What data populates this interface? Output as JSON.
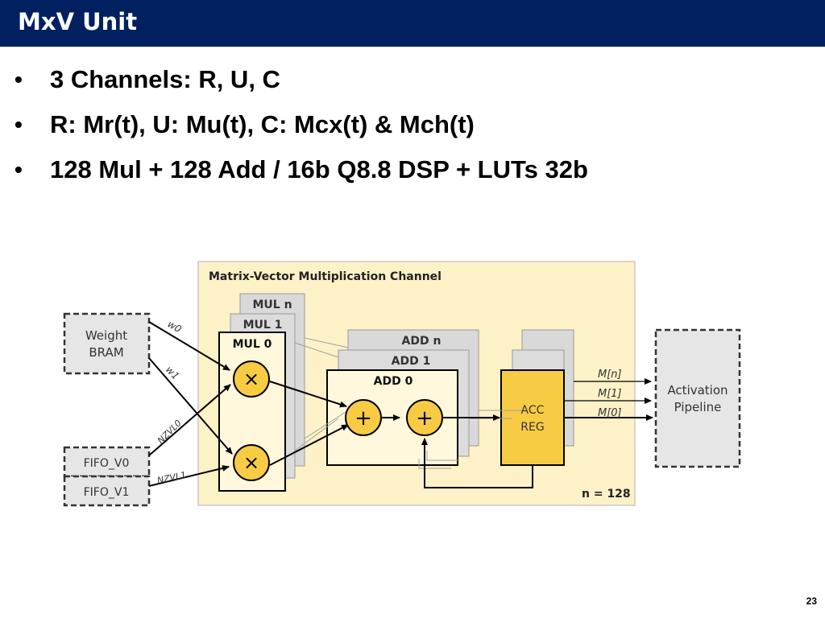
{
  "slide": {
    "title": "MxV Unit",
    "bullets": [
      "3 Channels: R, U, C",
      "R: Mr(t), U: Mu(t), C: Mcx(t) & Mch(t)",
      "128 Mul + 128 Add / 16b Q8.8 DSP + LUTs 32b"
    ],
    "page_number": "23"
  },
  "diagram": {
    "channel_title": "Matrix-Vector Multiplication Channel",
    "weight_bram": [
      "Weight",
      "BRAM"
    ],
    "fifo_v0": "FIFO_V0",
    "fifo_v1": "FIFO_V1",
    "mul_n": "MUL n",
    "mul_1": "MUL 1",
    "mul_0": "MUL 0",
    "add_n": "ADD n",
    "add_1": "ADD 1",
    "add_0": "ADD 0",
    "acc_reg": [
      "ACC",
      "REG"
    ],
    "activation_pipeline": [
      "Activation",
      "Pipeline"
    ],
    "label_w0": "w0",
    "label_w1": "w1",
    "label_nzvl0": "NZVL0",
    "label_nzvl1": "NZVL1",
    "out_mn": "M[n]",
    "out_m1": "M[1]",
    "out_m0": "M[0]",
    "n_equals": "n = 128",
    "times_symbol": "×",
    "plus_symbol": "+",
    "colors": {
      "channel_bg": "#fdf1c7",
      "operator_fill": "#f8cb45",
      "stack_gray": "#d9d9d9",
      "box_gray": "#e6e6e6",
      "title_bar": "#002060"
    }
  }
}
